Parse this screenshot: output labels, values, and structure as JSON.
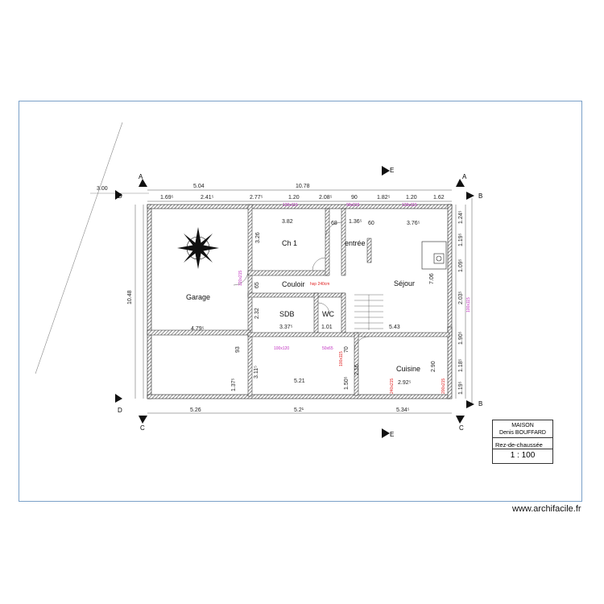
{
  "rooms": {
    "garage": "Garage",
    "ch1": "Ch 1",
    "entree": "entrée",
    "couloir": "Couloir",
    "sejour": "Séjour",
    "sdb": "SDB",
    "wc": "WC",
    "cuisine": "Cuisine"
  },
  "dims": {
    "top_total": "10.78",
    "top_504": "5.04",
    "top_169": "1.69⁵",
    "top_241": "2.41⁵",
    "top_277": "2.77⁵",
    "top_120a": "1.20",
    "top_208": "2.08⁵",
    "top_90": "90",
    "top_182": "1.82⁵",
    "top_120b": "1.20",
    "top_162": "1.62",
    "top_300": "3.00",
    "left_1048": "10.48",
    "ch1_w": "3.82",
    "ch1_h": "3.26",
    "entree_w": "1.36⁵",
    "d_68": "68",
    "d_60": "60",
    "sejour_w": "3.76⁵",
    "r_124": "1.24⁵",
    "r_119": "1.19⁵",
    "r_109": "1.09⁵",
    "r_203": "2.03⁵",
    "r_706": "7.06",
    "d_65": "65",
    "garage_w": "4.79⁵",
    "sdb_area": "3.37⁵",
    "sdb_h": "2.32",
    "wc_w": "1.01",
    "d_543": "5.43",
    "d_93": "93",
    "d_311": "3.11⁵",
    "d_521": "5.21",
    "d_150": "1.50⁵",
    "d_216": "2.16",
    "d_292": "2.92⁵",
    "d_290": "2.90",
    "d_190": "1.90⁵",
    "d_118": "1.18⁵",
    "d_119b": "1.19⁵",
    "d_137": "1.37⁵",
    "d_70": "70",
    "bot_526": "5.26",
    "bot_521": "5.2¹",
    "bot_534": "5.34⁵"
  },
  "openings": {
    "w1": "120x115",
    "w2": "90x215",
    "w3": "120x115",
    "w4": "120x215",
    "w5": "100x120",
    "w6": "50x65",
    "w7": "240x215",
    "w8": "200x215",
    "w9": "100x115",
    "w10": "100x115",
    "couloir_note": "hsp 240cm"
  },
  "sections": {
    "a": "A",
    "b": "B",
    "c": "C",
    "d": "D",
    "e": "E"
  },
  "titleblock": {
    "maison": "MAISON",
    "owner": "Denis BOUFFARD",
    "level": "Rez-de-chaussée",
    "scale": "1 : 100"
  },
  "watermark": "www.archifacile.fr",
  "colors": {
    "border": "#7aa0c8",
    "wall": "#3a3a3a",
    "opening_label": "#c030c0",
    "red_note": "#e02020"
  }
}
